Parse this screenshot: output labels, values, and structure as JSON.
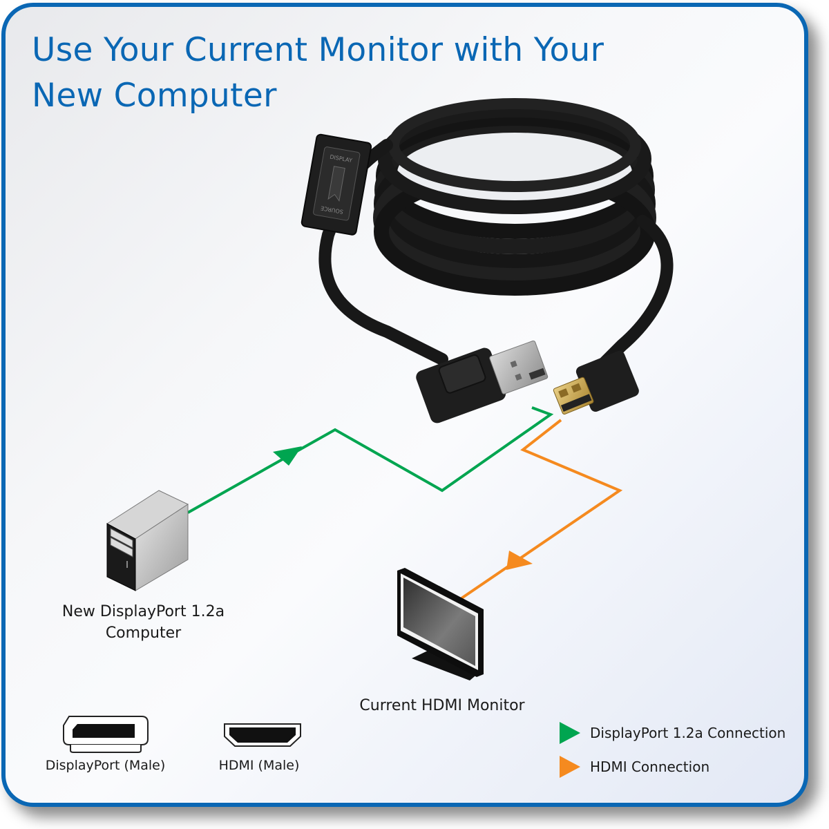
{
  "title": {
    "line1": "Use Your Current Monitor with Your",
    "line2": "New Computer"
  },
  "devices": {
    "computer_label_line1": "New DisplayPort 1.2a",
    "computer_label_line2": "Computer",
    "monitor_label": "Current HDMI Monitor"
  },
  "cable": {
    "ferrite_text_top": "DISPLAY",
    "ferrite_text_bottom": "SOURCE"
  },
  "connectors": {
    "displayport_label": "DisplayPort (Male)",
    "hdmi_label": "HDMI (Male)"
  },
  "legend": {
    "items": [
      {
        "label": "DisplayPort 1.2a Connection",
        "color": "#00a550"
      },
      {
        "label": "HDMI Connection",
        "color": "#f58a1f"
      }
    ]
  },
  "colors": {
    "brand_blue": "#0a67b4",
    "displayport_line": "#00a550",
    "hdmi_line": "#f58a1f"
  }
}
